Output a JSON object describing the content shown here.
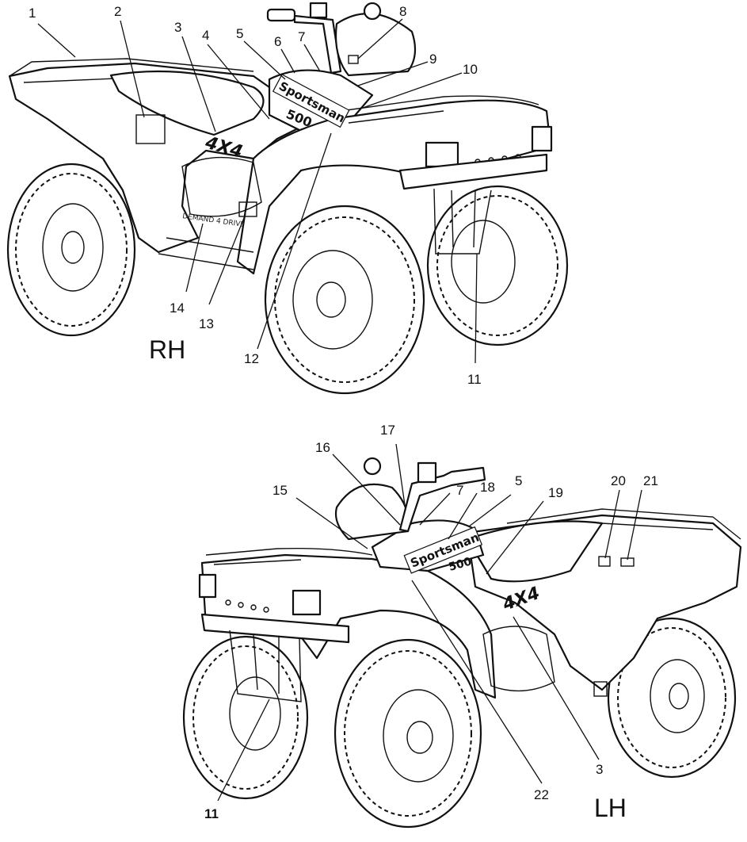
{
  "diagram": {
    "views": [
      {
        "id": "rh",
        "label": "RH",
        "callouts": [
          {
            "n": "1"
          },
          {
            "n": "2"
          },
          {
            "n": "3"
          },
          {
            "n": "4"
          },
          {
            "n": "5"
          },
          {
            "n": "6"
          },
          {
            "n": "7"
          },
          {
            "n": "8"
          },
          {
            "n": "9"
          },
          {
            "n": "10"
          },
          {
            "n": "11"
          },
          {
            "n": "12"
          },
          {
            "n": "13"
          },
          {
            "n": "14"
          }
        ],
        "decals": {
          "model": "Sportsman",
          "badge": "4X4",
          "engine": "500",
          "drive": "DEMAND 4 DRIVE"
        }
      },
      {
        "id": "lh",
        "label": "LH",
        "callouts": [
          {
            "n": "15"
          },
          {
            "n": "16"
          },
          {
            "n": "17"
          },
          {
            "n": "7"
          },
          {
            "n": "18"
          },
          {
            "n": "5"
          },
          {
            "n": "19"
          },
          {
            "n": "20"
          },
          {
            "n": "21"
          },
          {
            "n": "11"
          },
          {
            "n": "22"
          },
          {
            "n": "3"
          }
        ],
        "decals": {
          "model": "Sportsman",
          "badge": "4X4",
          "engine": "500"
        }
      }
    ]
  }
}
